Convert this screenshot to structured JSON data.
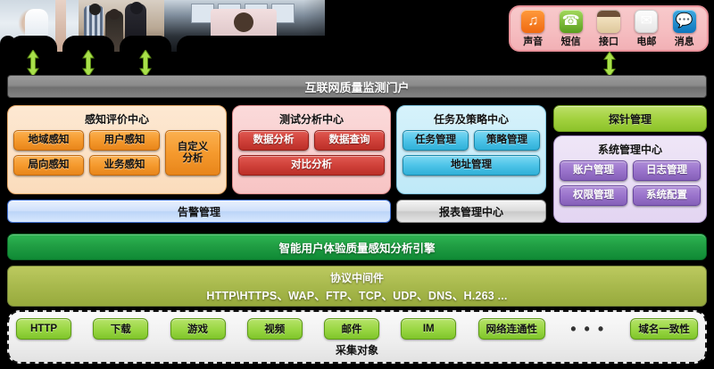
{
  "header": {
    "portal_title": "互联网质量监测门户",
    "channels": [
      {
        "label": "声音",
        "icon": "music-note-icon",
        "glyph": "♫",
        "class": "g-sound"
      },
      {
        "label": "短信",
        "icon": "phone-icon",
        "glyph": "☎",
        "class": "g-sms"
      },
      {
        "label": "接口",
        "icon": "interface-box-icon",
        "glyph": "",
        "class": "g-api"
      },
      {
        "label": "电邮",
        "icon": "envelope-icon",
        "glyph": "✉",
        "class": "g-mail"
      },
      {
        "label": "消息",
        "icon": "chat-bubble-icon",
        "glyph": "💬",
        "class": "g-msg"
      }
    ]
  },
  "panels": {
    "sense": {
      "title": "感知评价中心",
      "buttons": [
        "地域感知",
        "用户感知",
        "局向感知",
        "业务感知"
      ],
      "custom": "自定义\n分析",
      "custom_line1": "自定义",
      "custom_line2": "分析"
    },
    "test": {
      "title": "测试分析中心",
      "row1": [
        "数据分析",
        "数据查询"
      ],
      "row2": [
        "对比分析"
      ]
    },
    "task": {
      "title": "任务及策略中心",
      "row1": [
        "任务管理",
        "策略管理"
      ],
      "row2": [
        "地址管理"
      ]
    },
    "probe": {
      "label": "探针管理"
    },
    "system": {
      "title": "系统管理中心",
      "row1": [
        "账户管理",
        "日志管理"
      ],
      "row2": [
        "权限管理",
        "系统配置"
      ]
    }
  },
  "bars": {
    "alarm": "告警管理",
    "report": "报表管理中心",
    "engine": "智能用户体验质量感知分析引擎",
    "middleware_title": "协议中间件",
    "middleware_protocols": "HTTP\\HTTPS、WAP、FTP、TCP、UDP、DNS、H.263 ..."
  },
  "collection": {
    "label": "采集对象",
    "ellipsis": "• • •",
    "items": [
      "HTTP",
      "下载",
      "游戏",
      "视频",
      "邮件",
      "IM",
      "网络连通性"
    ],
    "last_item": "域名一致性"
  },
  "colors": {
    "orange": "#f59a2e",
    "red": "#d0413a",
    "blue": "#4ec4e8",
    "green": "#9bd845",
    "purple": "#9a73cc",
    "engine_green": "#1f9c42",
    "middleware_olive": "#a8b94d",
    "arrow_green": "#a8e04a"
  }
}
